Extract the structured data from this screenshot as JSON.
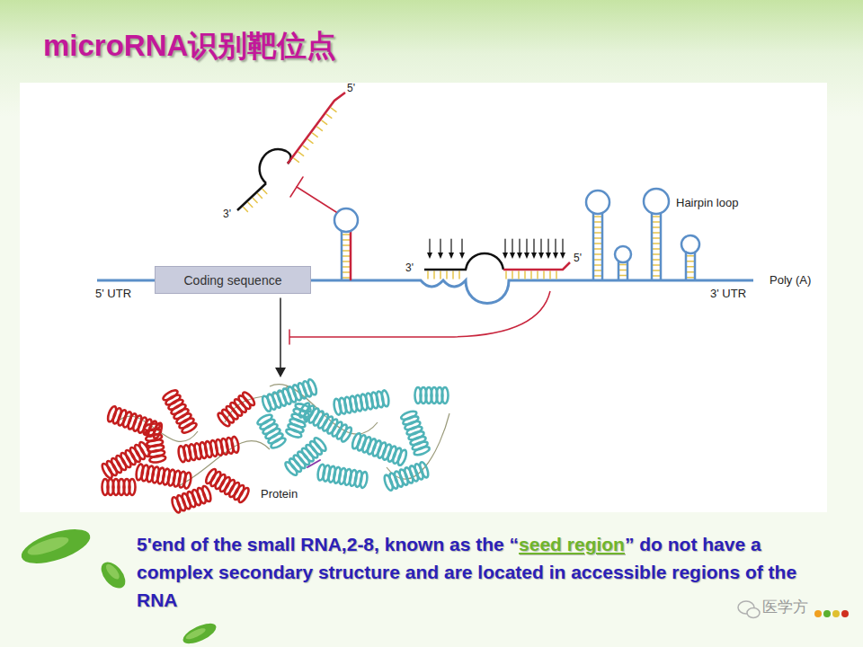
{
  "diagram": {
    "title": "microRNA识别靶位点",
    "nodes": [
      {
        "text": [
          "Coding sequence"
        ]
      }
    ],
    "labels": [
      "3'",
      "5'",
      "Hairpin loop",
      "3'",
      "5'",
      "5' UTR",
      "3' UTR",
      "Poly (A)",
      "Protein",
      "5'end of the small RNA,2-8, known as the “",
      "seed region",
      "” do not have a complex secondary structure and are located in accessible regions of the RNA",
      "医学方"
    ]
  }
}
